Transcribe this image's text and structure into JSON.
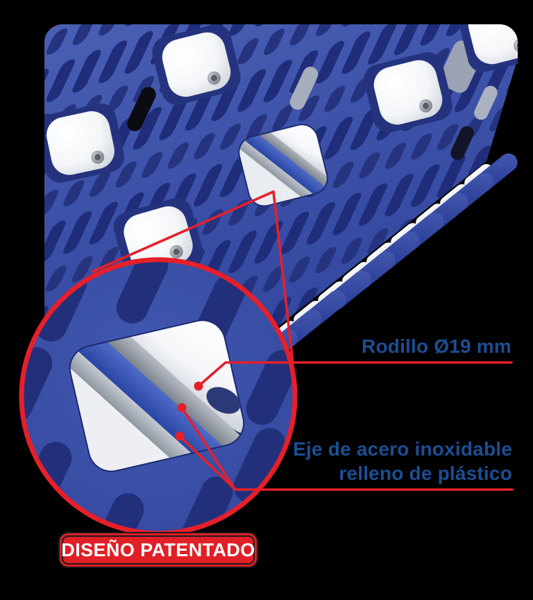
{
  "illustration": {
    "subject": "Banda modular plástica azul con rodillos blancos y vista ampliada del rodillo",
    "colors": {
      "belt_blue": "#3b50a8",
      "slot_navy": "#1f2d7a",
      "accent_red": "#e5202a",
      "label_blue": "#1c4e94",
      "roller_white": "#ffffff",
      "steel_grey": "#9aa1ab",
      "axle_blue": "#2f4fb0",
      "badge_red": "#e01f26"
    }
  },
  "callouts": {
    "roller_label": "Rodillo Ø19 mm",
    "axle_label_line1": "Eje de acero inoxidable",
    "axle_label_line2": "relleno de plástico"
  },
  "badge": {
    "label": "DISEÑO PATENTADO"
  }
}
